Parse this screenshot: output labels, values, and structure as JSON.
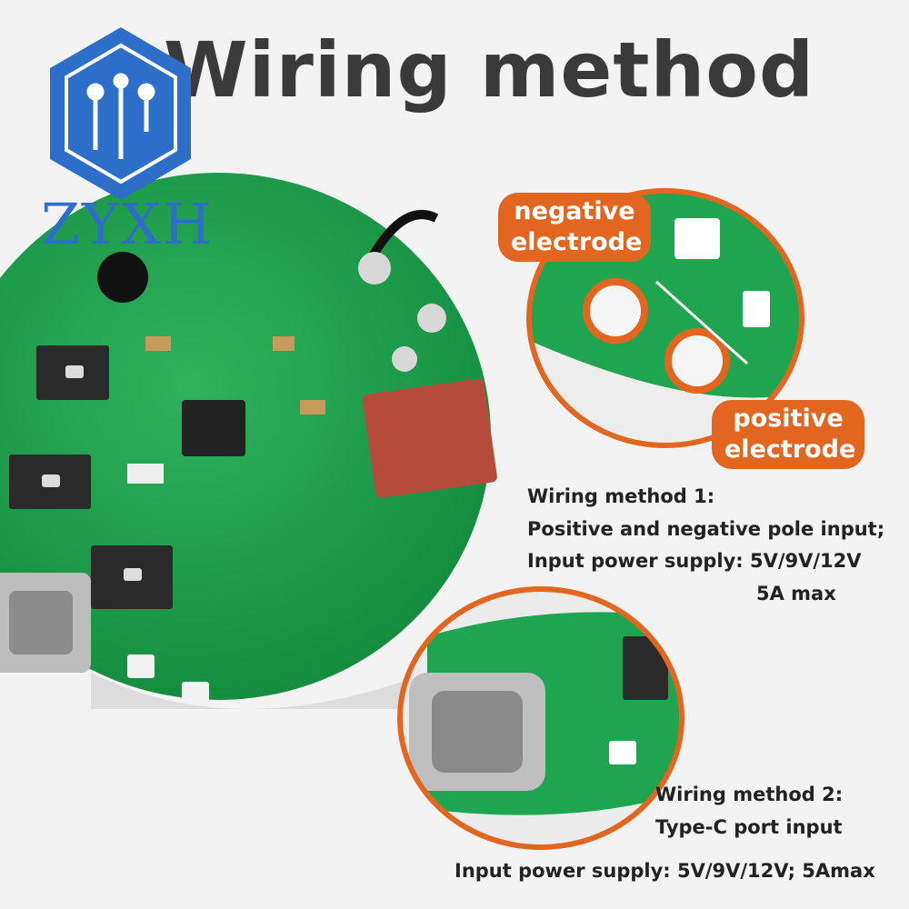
{
  "title": "Wiring method",
  "logo": {
    "text": "ZYXH",
    "icon": "circuit-hexagon-icon"
  },
  "labels": {
    "negative": "negative electrode",
    "positive": "positive electrode"
  },
  "method1": {
    "heading": "Wiring method 1:",
    "line1": "Positive and negative pole input;",
    "line2": "Input power supply: 5V/9V/12V",
    "line3": "5A max"
  },
  "method2": {
    "heading": "Wiring method 2:",
    "line1": "Type-C port input",
    "line2": "Input power supply: 5V/9V/12V; 5Amax"
  },
  "colors": {
    "accent": "#e2661f",
    "pcb": "#1e9a4a",
    "logo": "#2d6fc8"
  }
}
